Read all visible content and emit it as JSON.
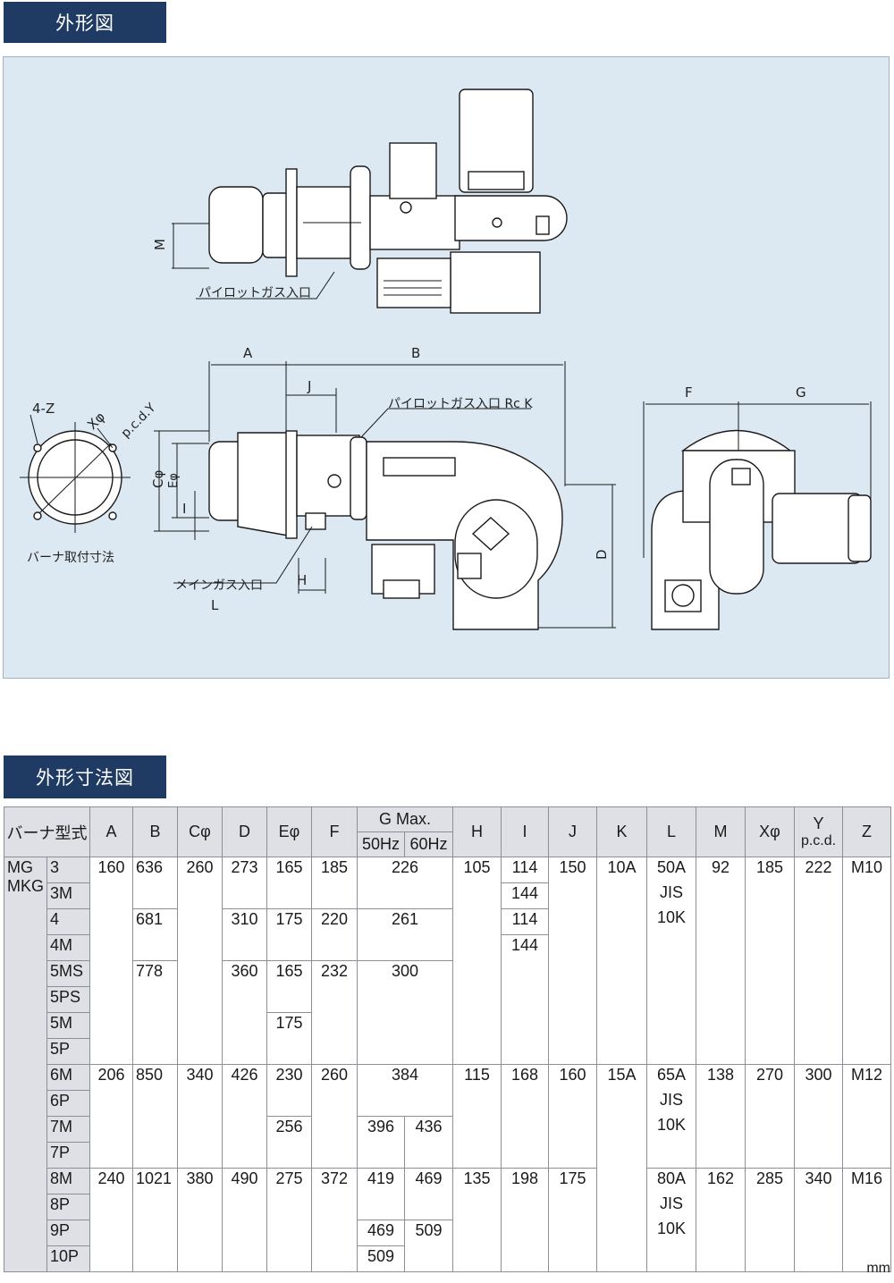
{
  "sections": {
    "outline_title": "外形図",
    "dimension_title": "外形寸法図"
  },
  "drawing": {
    "labels": {
      "M": "M",
      "pilot_gas_inlet_top": "パイロットガス入口",
      "A": "A",
      "B": "B",
      "J": "J",
      "pilot_gas_inlet_rc": "パイロットガス入口 Rc K",
      "C": "Cφ",
      "E": "Eφ",
      "I": "I",
      "D": "D",
      "H": "H",
      "L": "L",
      "main_gas_inlet": "メインガス入口",
      "F": "F",
      "G": "G",
      "four_z": "4-Z",
      "X": "Xφ",
      "pcd_y": "p.c.d.Y",
      "mount_caption": "バーナ取付寸法"
    }
  },
  "table": {
    "headers": {
      "model": "バーナ型式",
      "A": "A",
      "B": "B",
      "C": "Cφ",
      "D": "D",
      "E": "Eφ",
      "F": "F",
      "G": "G Max.",
      "G50": "50Hz",
      "G60": "60Hz",
      "H": "H",
      "I": "I",
      "J": "J",
      "K": "K",
      "L": "L",
      "M": "M",
      "X": "Xφ",
      "Y": "Y",
      "Y_sub": "p.c.d.",
      "Z": "Z"
    },
    "model_line1": "MG",
    "model_line2": "MKG",
    "models": [
      "3",
      "3M",
      "4",
      "4M",
      "5MS",
      "5PS",
      "5M",
      "5P",
      "6M",
      "6P",
      "7M",
      "7P",
      "8M",
      "8P",
      "9P",
      "10P"
    ],
    "groups": [
      {
        "A": "160",
        "C": "260",
        "H": "105",
        "J": "150",
        "K": "10A",
        "L1": "50A",
        "L2": "JIS",
        "L3": "10K",
        "M": "92",
        "X": "185",
        "Y": "222",
        "Z": "M10"
      },
      {
        "A": "206",
        "B": "850",
        "C": "340",
        "D": "426",
        "F": "260",
        "H": "115",
        "I": "168",
        "J": "160",
        "K": "15A",
        "L1": "65A",
        "L2": "JIS",
        "L3": "10K",
        "M": "138",
        "X": "270",
        "Y": "300",
        "Z": "M12"
      },
      {
        "A": "240",
        "B": "1021",
        "C": "380",
        "D": "490",
        "E": "275",
        "F": "372",
        "H": "135",
        "I": "198",
        "J": "175",
        "L1": "80A",
        "L2": "JIS",
        "L3": "10K",
        "M": "162",
        "X": "285",
        "Y": "340",
        "Z": "M16"
      }
    ],
    "cells": {
      "B_3": "636",
      "B_4": "681",
      "B_5": "778",
      "D_3": "273",
      "D_4": "310",
      "D_5": "360",
      "E_3": "165",
      "E_4": "175",
      "E_5": "165",
      "E_5M": "175",
      "E_6": "230",
      "E_7": "256",
      "F_3": "185",
      "F_4": "220",
      "F_5": "232",
      "G_3": "226",
      "G_4": "261",
      "G_5": "300",
      "G_6": "384",
      "G50_7": "396",
      "G60_7": "436",
      "G50_8": "419",
      "G60_8": "469",
      "G50_9": "469",
      "G60_9": "509",
      "G_10": "509",
      "I_3": "114",
      "I_3M": "144",
      "I_4": "114",
      "I_4M": "144"
    },
    "unit": "mm"
  }
}
